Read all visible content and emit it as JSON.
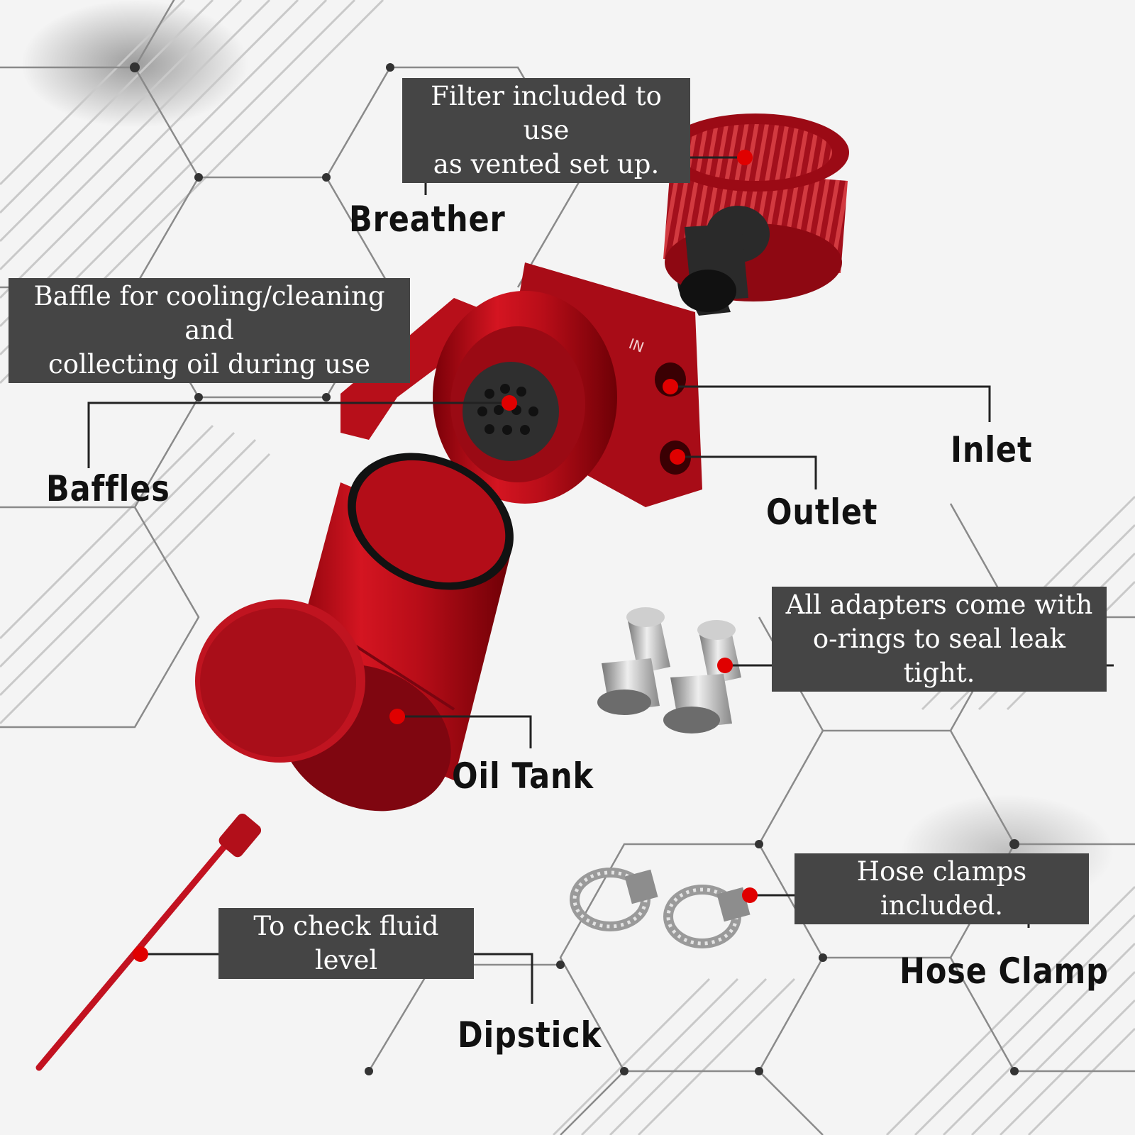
{
  "accent_color": "#c8101c",
  "parts": [
    {
      "id": "breather",
      "label": "Breather",
      "caption": [
        "Filter included to use",
        "as vented set up."
      ],
      "icon": "breather-filter-icon"
    },
    {
      "id": "baffles",
      "label": "Baffles",
      "caption": [
        "Baffle for cooling/cleaning and",
        "collecting oil during use"
      ],
      "icon": "baffle-cap-icon"
    },
    {
      "id": "inlet",
      "label": "Inlet",
      "icon": "inlet-port-icon"
    },
    {
      "id": "outlet",
      "label": "Outlet",
      "icon": "outlet-port-icon"
    },
    {
      "id": "adapters",
      "caption": [
        "All adapters come with",
        "o-rings to seal leak tight."
      ],
      "icon": "adapter-fittings-icon"
    },
    {
      "id": "oil-tank",
      "label": "Oil Tank",
      "icon": "oil-tank-icon"
    },
    {
      "id": "hose-clamp",
      "label": "Hose Clamp",
      "caption": [
        "Hose clamps included."
      ],
      "icon": "hose-clamp-icon"
    },
    {
      "id": "dipstick",
      "label": "Dipstick",
      "caption": [
        "To check fluid level"
      ],
      "icon": "dipstick-icon"
    }
  ],
  "cap_marking": "IN"
}
